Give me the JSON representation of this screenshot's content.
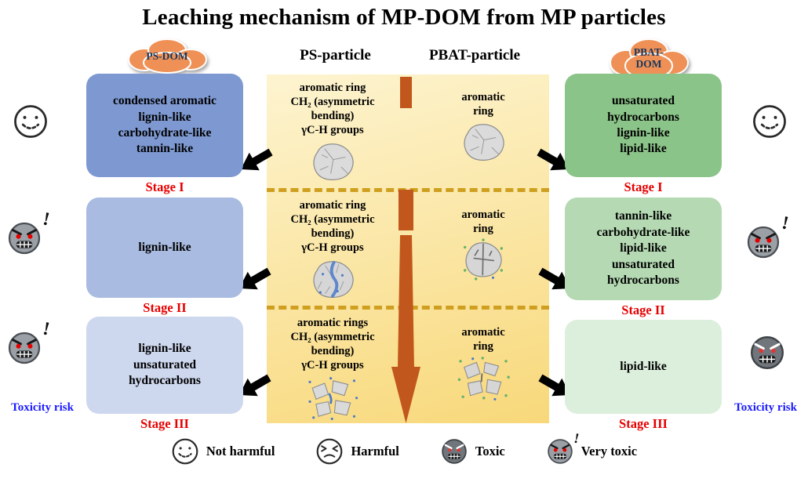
{
  "title": "Leaching mechanism of MP-DOM from MP particles",
  "icons": {
    "exclamation": "!"
  },
  "colors": {
    "stage_label": "#e60000",
    "toxicity_label": "#1a1aff",
    "left_box_1": "#7e99d2",
    "left_box_2": "#a9bbe0",
    "left_box_3": "#cdd7ee",
    "right_box_1": "#8bc489",
    "right_box_2": "#b5dab3",
    "right_box_3": "#dcefdc",
    "center_top": "#fdf4d0",
    "center_bottom": "#f8d87a",
    "dotted_line": "#cf9f1f",
    "arrow": "#c1571c",
    "cloud": "#ef9156"
  },
  "left": {
    "cloud_label": "PS-DOM",
    "toxicity_label": "Toxicity risk",
    "stages": [
      {
        "label": "Stage I",
        "text": "condensed aromatic\nlignin-like\ncarbohydrate-like\ntannin-like",
        "face": "not-harmful-face"
      },
      {
        "label": "Stage II",
        "text": "lignin-like",
        "face": "very-toxic-face"
      },
      {
        "label": "Stage III",
        "text": "lignin-like\nunsaturated\nhydrocarbons",
        "face": "very-toxic-face"
      }
    ]
  },
  "right": {
    "cloud_label": "PBAT-\nDOM",
    "toxicity_label": "Toxicity risk",
    "stages": [
      {
        "label": "Stage I",
        "text": "unsaturated\nhydrocarbons\nlignin-like\nlipid-like",
        "face": "not-harmful-face"
      },
      {
        "label": "Stage II",
        "text": "tannin-like\ncarbohydrate-like\nlipid-like\nunsaturated\nhydrocarbons",
        "face": "very-toxic-face"
      },
      {
        "label": "Stage III",
        "text": "lipid-like",
        "face": "toxic-face"
      }
    ]
  },
  "center": {
    "ps_header": "PS-particle",
    "pbat_header": "PBAT-particle",
    "rows": [
      {
        "ps_text": "aromatic ring\nCH₂ (asymmetric\nbending)\nγC-H groups",
        "pbat_text": "aromatic\nring",
        "ps_icon": "intact-ps-particle-icon",
        "pbat_icon": "intact-pbat-particle-icon"
      },
      {
        "ps_text": "aromatic ring\nCH₂ (asymmetric\nbending)\nγC-H groups",
        "pbat_text": "aromatic\nring",
        "ps_icon": "cracked-ps-particle-icon",
        "pbat_icon": "cracked-pbat-particle-icon"
      },
      {
        "ps_text": "aromatic rings\nCH₂ (asymmetric\nbending)\nγC-H groups",
        "pbat_text": "aromatic\nring",
        "ps_icon": "fragmented-ps-particle-icon",
        "pbat_icon": "fragmented-pbat-particle-icon"
      }
    ]
  },
  "legend": [
    {
      "icon": "not-harmful-face",
      "label": "Not harmful"
    },
    {
      "icon": "harmful-face",
      "label": "Harmful"
    },
    {
      "icon": "toxic-face",
      "label": "Toxic"
    },
    {
      "icon": "very-toxic-face",
      "label": "Very toxic"
    }
  ]
}
